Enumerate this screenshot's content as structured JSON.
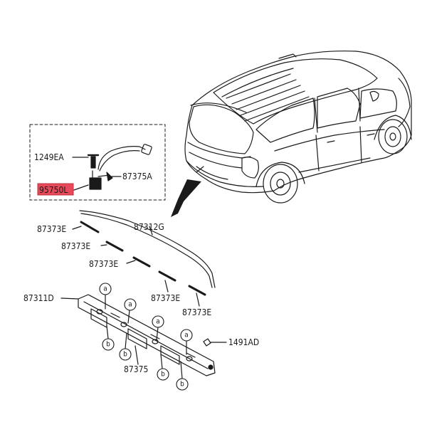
{
  "labels": {
    "p1249EA": "1249EA",
    "p95750L": "95750L",
    "p87375A": "87375A",
    "p87373E_1": "87373E",
    "p87312G": "87312G",
    "p87373E_2": "87373E",
    "p87373E_3": "87373E",
    "p87311D": "87311D",
    "p87373E_4": "87373E",
    "p87373E_5": "87373E",
    "p1491AD": "1491AD",
    "p87375": "87375"
  },
  "callouts": {
    "a1": "a",
    "a2": "a",
    "a3": "a",
    "a4": "a",
    "b1": "b",
    "b2": "b",
    "b3": "b",
    "b4": "b"
  },
  "colors": {
    "line": "#1a1a1a",
    "highlight": "#e8495a",
    "highlight_border": "#c0303f"
  }
}
